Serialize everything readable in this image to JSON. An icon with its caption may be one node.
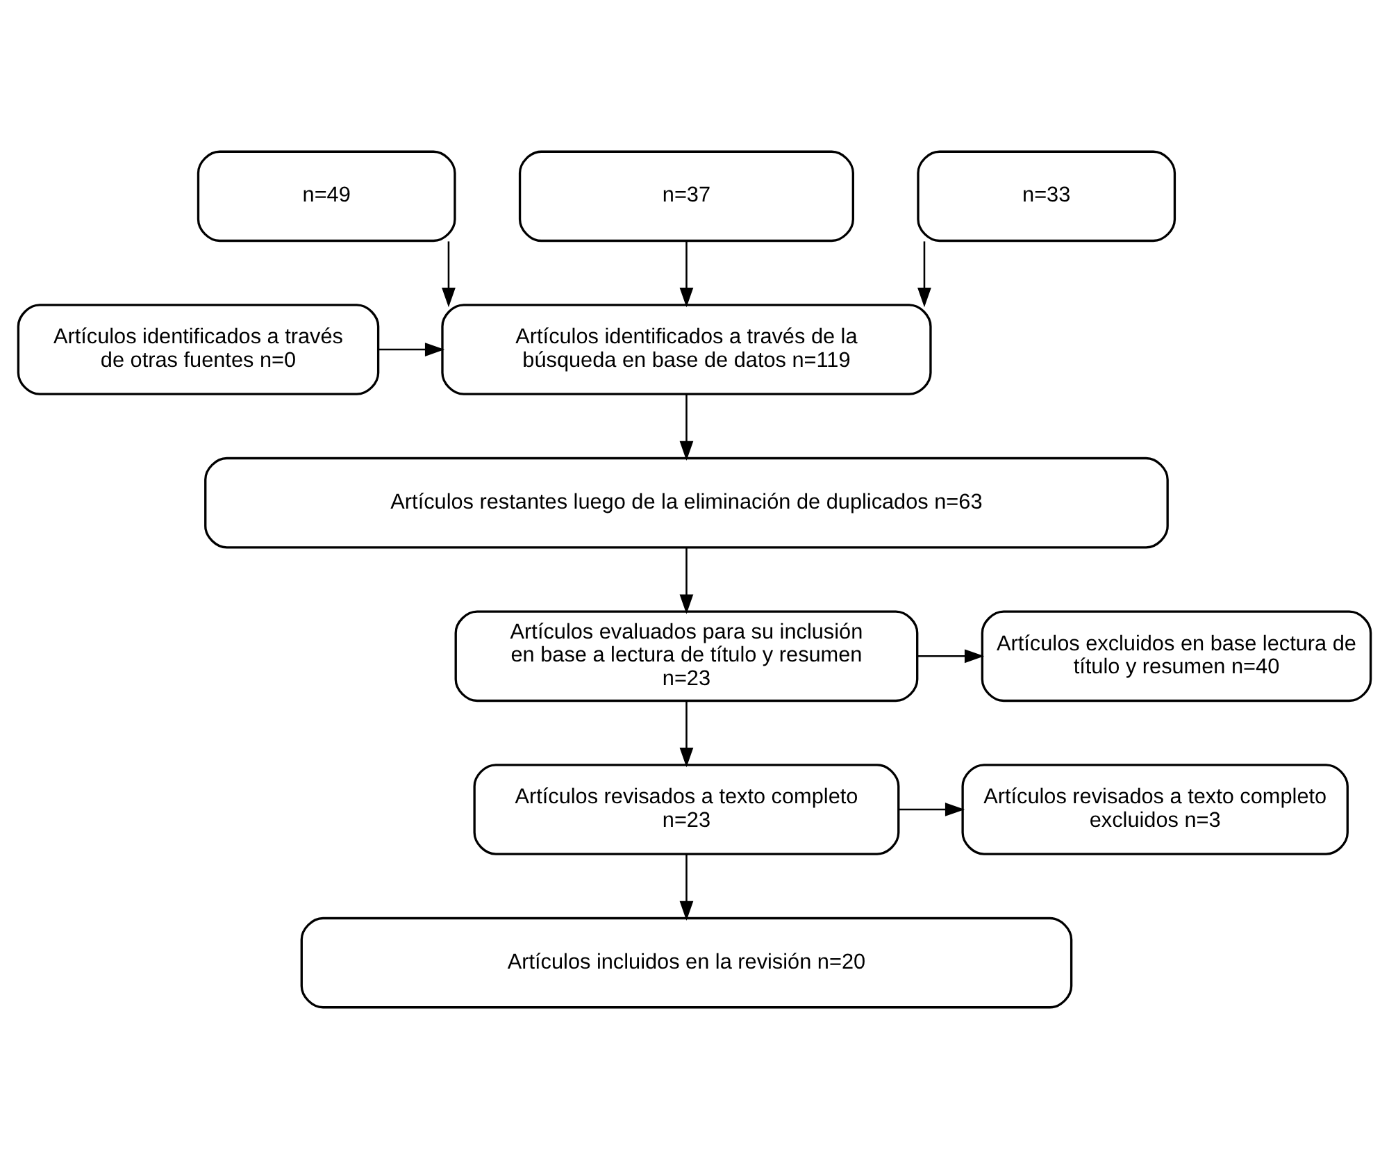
{
  "diagram": {
    "nodes": [
      {
        "text": [
          "n=49"
        ]
      },
      {
        "text": [
          "n=37"
        ]
      },
      {
        "text": [
          "n=33"
        ]
      },
      {
        "text": [
          "Artículos identificados a través de la búsqueda en base de datos n=119"
        ]
      },
      {
        "text": [
          "Artículos identificados a través de otras fuentes n=0"
        ]
      },
      {
        "text": [
          "Artículos restantes luego de la eliminación de duplicados n=63"
        ]
      },
      {
        "text": [
          "Artículos evaluados para su inclusión en base a lectura de título y resumen n=23"
        ]
      },
      {
        "text": [
          "Artículos excluidos en base lectura de título y resumen n=40"
        ]
      },
      {
        "text": [
          "Artículos revisados a texto completo n=23"
        ]
      },
      {
        "text": [
          "Artículos revisados a texto completo excluidos n=3"
        ]
      },
      {
        "text": [
          "Artículos incluidos en la revisión n=20"
        ]
      }
    ],
    "edges": [
      {
        "from": 0,
        "to": 3,
        "arrow": "to"
      },
      {
        "from": 1,
        "to": 3,
        "arrow": "to"
      },
      {
        "from": 2,
        "to": 3,
        "arrow": "to"
      },
      {
        "from": 4,
        "to": 3,
        "arrow": "to"
      },
      {
        "from": 3,
        "to": 5,
        "arrow": "to"
      },
      {
        "from": 5,
        "to": 6,
        "arrow": "to"
      },
      {
        "from": 6,
        "to": 7,
        "arrow": "to"
      },
      {
        "from": 6,
        "to": 8,
        "arrow": "to"
      },
      {
        "from": 8,
        "to": 9,
        "arrow": "to"
      },
      {
        "from": 8,
        "to": 10,
        "arrow": "to"
      }
    ]
  }
}
